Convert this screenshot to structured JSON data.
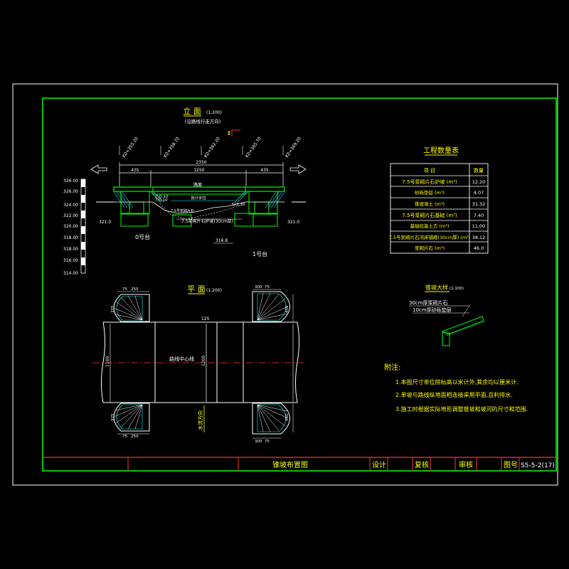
{
  "elevation": {
    "title": "立 面",
    "title_scale": "(1:200)",
    "subtitle": "(沿路线行走方向)",
    "stakes": [
      "K0+355.20",
      "K0+358.70",
      "K0+362.20",
      "K0+365.70",
      "K0+369.20"
    ],
    "dim_total": "2350",
    "dim_left": "435",
    "dim_mid": "1250",
    "dim_right": "435",
    "level_labels": [
      "326.00",
      "324.00",
      "322.00",
      "320.00",
      "318.00",
      "316.00",
      "314.00"
    ],
    "elev_left": "321.0",
    "elev_right": "321.0",
    "elev_bottom": "316.8",
    "pier_left": "0号台",
    "pier_right": "1号台",
    "label_a": "7.5号浆砌片石",
    "label_b": "7.5浆砌片石护坡(30cm厚)",
    "label_c": "路面",
    "label_d": "Z,Q.10",
    "label_e": "设计水位",
    "label_f": "7/0.10",
    "label_g": "323.30"
  },
  "plan": {
    "title": "平 面",
    "title_scale": "(1:200)",
    "center_label": "路线中心线",
    "dim_top_a": "75",
    "dim_top_b": "250",
    "dim_bot_a": "75",
    "dim_bot_b": "250",
    "dim_width": "1100",
    "dim_side_left": "1100",
    "dim_inner": "1200",
    "dim_left_top": "375",
    "dim_left_bot": "375",
    "dim_right_top": "450",
    "dim_right_bot": "450",
    "dim_top_r_a": "75",
    "dim_top_r_b": "300",
    "dim_bot_r_a": "75",
    "dim_bot_r_b": "300",
    "dim_mid": "125",
    "flow_label": "水流方向"
  },
  "quantity_table": {
    "title": "工程数量表",
    "headers": [
      "项 目",
      "数量"
    ],
    "rows": [
      [
        "7.5号浆砌片石护坡 (m³)",
        "12.20"
      ],
      [
        "砂砾垫层 (m³)",
        "4.07"
      ],
      [
        "锥坡填土 (m³)",
        "31.32"
      ],
      [
        "7.5号浆砌片石基础 (m³)",
        "7.40"
      ],
      [
        "基础挖基土方 (m³)",
        "11.00"
      ],
      [
        "7.5号浆砌片石河床铺砌(30cm厚) (m³)",
        "38.12"
      ],
      [
        "浆砌片石 (m³)",
        "46.0"
      ]
    ]
  },
  "detail": {
    "title": "锥坡大样",
    "title_scale": "(1:100)",
    "line1": "30cm厚浆砌片石",
    "line2": "10cm厚砂砾垫层"
  },
  "notes": {
    "title": "附注:",
    "items": [
      "1.本图尺寸单位除标高以米计外,其余均以厘米计.",
      "2.单坡与路线纵地面相连接采用平面,且利排水.",
      "3.施工时根据实际地形调整锥坡和坡河的尺寸和范围."
    ]
  },
  "title_block": {
    "drawing_name": "锥坡布置图",
    "design": "设计",
    "review": "复核",
    "check": "审核",
    "drawing_no_label": "图号",
    "drawing_no": "S5-5-2(17)"
  }
}
